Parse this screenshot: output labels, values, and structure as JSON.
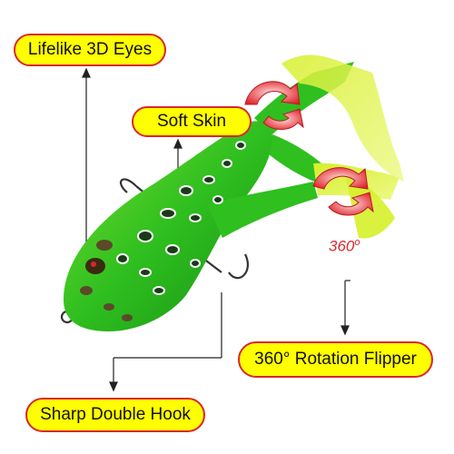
{
  "callouts": {
    "eyes": "Lifelike 3D Eyes",
    "skin": "Soft Skin",
    "flipper": "360° Rotation Flipper",
    "hook": "Sharp Double Hook"
  },
  "rotation_label": "360",
  "rotation_unit": "o",
  "colors": {
    "callout_fill": "#ffff00",
    "callout_border": "#d9272e",
    "frog_green": "#2fbf1f",
    "leg_yellow": "#d6ef2a",
    "arrow_red": "#e0262c"
  }
}
